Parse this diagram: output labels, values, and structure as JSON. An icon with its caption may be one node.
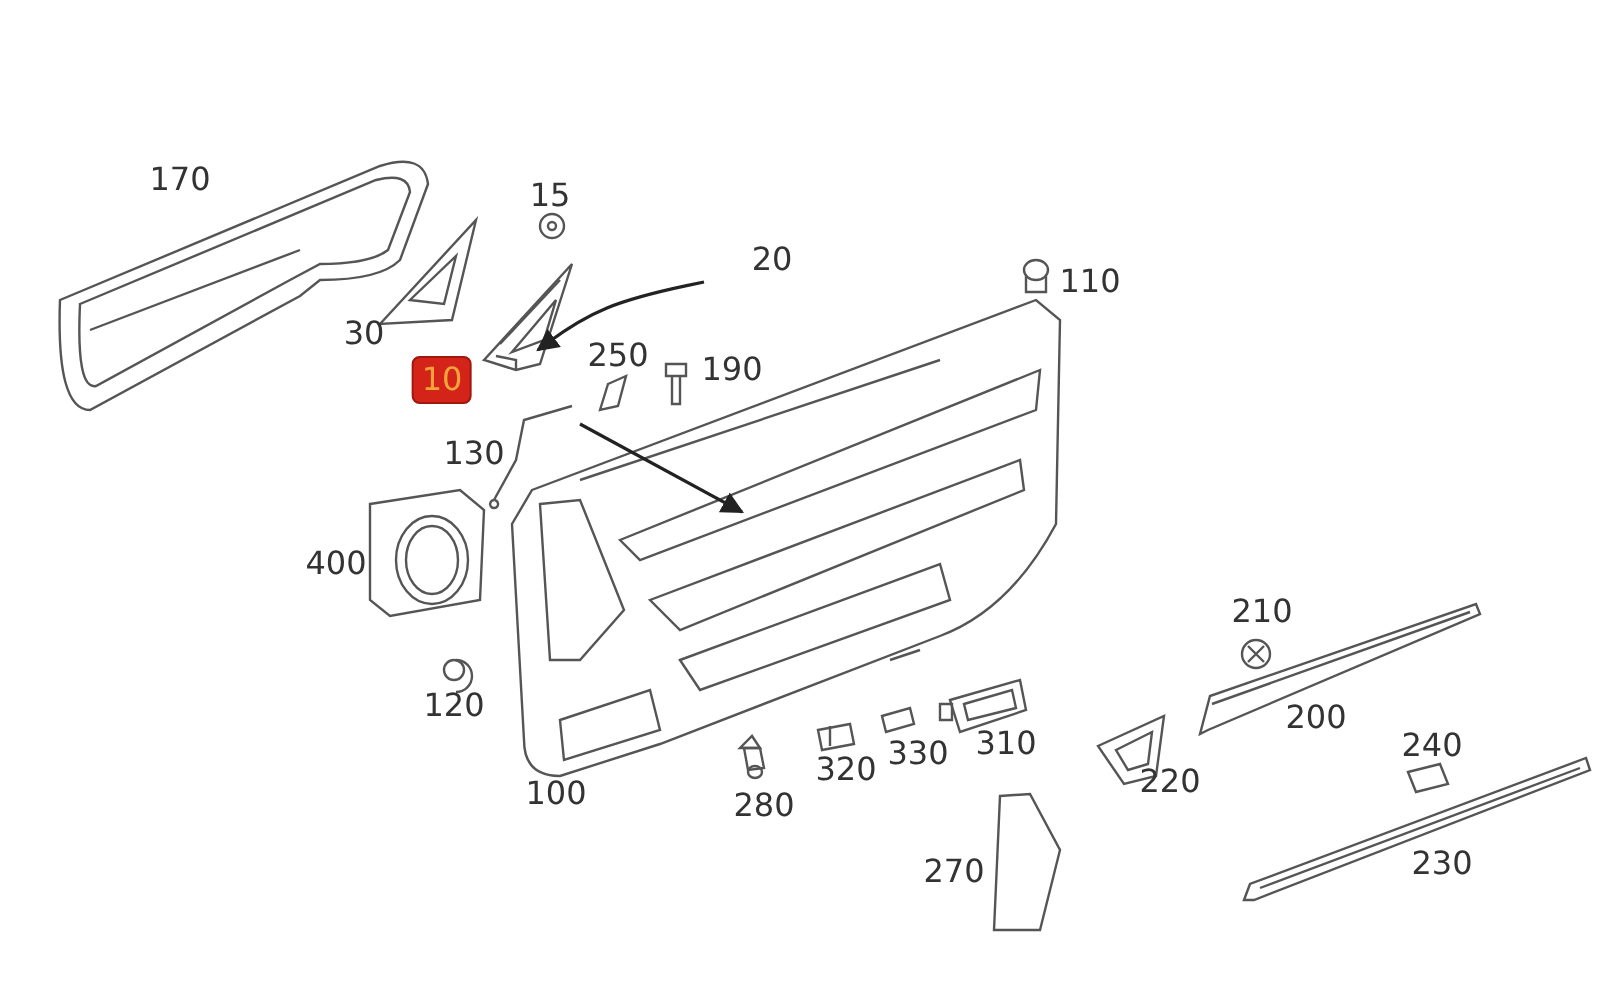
{
  "diagram": {
    "nodes": [
      {
        "text": [],
        "shape": "picture",
        "beside": [
          "10"
        ]
      },
      {
        "text": [],
        "shape": "picture",
        "beside": [
          "100"
        ]
      }
    ],
    "edges": [
      {
        "from": null,
        "to": 0,
        "arrow": "to"
      },
      {
        "from": null,
        "to": 1,
        "arrow": "to"
      }
    ],
    "labels": [
      "170",
      "15",
      "20",
      "30",
      "110",
      "250",
      "190",
      "130",
      "400",
      "210",
      "120",
      "200",
      "240",
      "310",
      "330",
      "320",
      "220",
      "280",
      "230",
      "270"
    ]
  }
}
